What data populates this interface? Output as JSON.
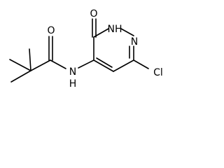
{
  "molecule": {
    "atoms": {
      "carbonyl_oxygen": "O",
      "amide_nitrogen": "N",
      "amide_hydrogen": "H",
      "ring_nh": "NH",
      "ring_oxygen": "O",
      "ring_nitrogen": "N",
      "chlorine": "Cl"
    },
    "colors": {
      "bond": "#000000",
      "label": "#000000",
      "background": "#ffffff"
    }
  }
}
